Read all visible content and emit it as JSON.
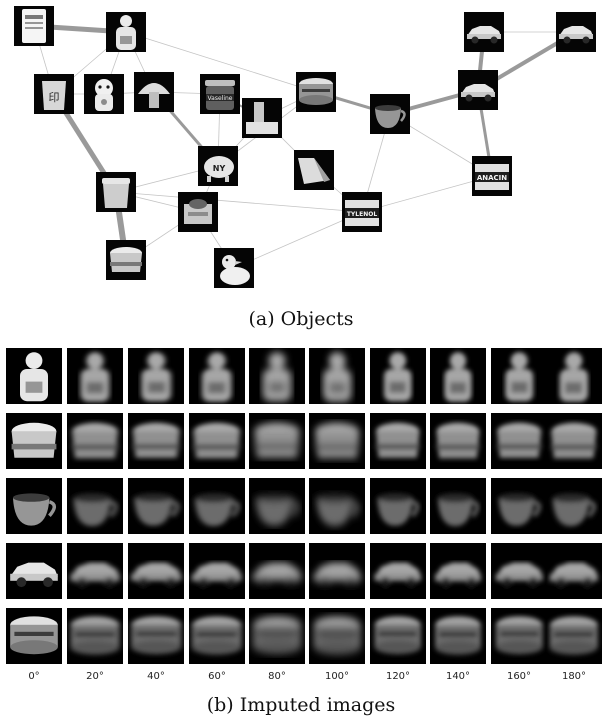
{
  "caption_a": "(a) Objects",
  "caption_b": "(b) Imputed images",
  "nodes": [
    {
      "id": "lotion",
      "icon": "lotion-bottle-icon"
    },
    {
      "id": "bottle",
      "icon": "white-bottle-icon"
    },
    {
      "id": "cup",
      "icon": "cup-icon"
    },
    {
      "id": "cat",
      "icon": "lucky-cat-icon"
    },
    {
      "id": "mushroom",
      "icon": "mushroom-icon"
    },
    {
      "id": "vaseline",
      "icon": "vaseline-jar-icon",
      "label": "Vaseline"
    },
    {
      "id": "tub",
      "icon": "tub-icon"
    },
    {
      "id": "mug",
      "icon": "mug-icon"
    },
    {
      "id": "block",
      "icon": "block-icon"
    },
    {
      "id": "car1",
      "icon": "car-icon"
    },
    {
      "id": "car2",
      "icon": "car-icon"
    },
    {
      "id": "car3",
      "icon": "car-icon"
    },
    {
      "id": "anacin",
      "icon": "box-icon",
      "label": "ANACIN"
    },
    {
      "id": "piggy",
      "icon": "piggy-bank-icon",
      "label": "NY"
    },
    {
      "id": "wedge",
      "icon": "wedge-icon"
    },
    {
      "id": "tylenol",
      "icon": "box-icon",
      "label": "TYLENOL"
    },
    {
      "id": "container",
      "icon": "container-icon"
    },
    {
      "id": "sharpener",
      "icon": "sharpener-icon"
    },
    {
      "id": "bowl",
      "icon": "bowl-icon"
    },
    {
      "id": "duck",
      "icon": "duck-icon"
    }
  ],
  "edges": [
    [
      "lotion",
      "bottle"
    ],
    [
      "bottle",
      "mushroom"
    ],
    [
      "bottle",
      "cup"
    ],
    [
      "bottle",
      "cat"
    ],
    [
      "cup",
      "cat"
    ],
    [
      "cat",
      "mushroom"
    ],
    [
      "mushroom",
      "vaseline"
    ],
    [
      "cup",
      "container"
    ],
    [
      "container",
      "bowl"
    ],
    [
      "container",
      "sharpener"
    ],
    [
      "mushroom",
      "piggy"
    ],
    [
      "vaseline",
      "block"
    ],
    [
      "vaseline",
      "piggy"
    ],
    [
      "tub",
      "mug"
    ],
    [
      "tub",
      "block"
    ],
    [
      "mug",
      "car3"
    ],
    [
      "car3",
      "car1"
    ],
    [
      "car3",
      "car2"
    ],
    [
      "car1",
      "car2"
    ],
    [
      "car3",
      "anacin"
    ],
    [
      "mug",
      "tylenol"
    ],
    [
      "wedge",
      "tylenol"
    ],
    [
      "anacin",
      "tylenol"
    ],
    [
      "piggy",
      "sharpener"
    ],
    [
      "piggy",
      "container"
    ],
    [
      "sharpener",
      "bowl"
    ],
    [
      "duck",
      "sharpener"
    ],
    [
      "duck",
      "tylenol"
    ],
    [
      "block",
      "wedge"
    ],
    [
      "lotion",
      "cup"
    ],
    [
      "tub",
      "piggy"
    ],
    [
      "mug",
      "anacin"
    ],
    [
      "block",
      "piggy"
    ],
    [
      "container",
      "tylenol"
    ],
    [
      "bottle",
      "tub"
    ]
  ],
  "angles": [
    "0°",
    "20°",
    "40°",
    "60°",
    "80°",
    "100°",
    "120°",
    "140°",
    "160°",
    "180°"
  ],
  "rows": [
    {
      "object": "white-bottle",
      "icon": "white-bottle-icon"
    },
    {
      "object": "bowl",
      "icon": "bowl-icon"
    },
    {
      "object": "mug",
      "icon": "mug-icon"
    },
    {
      "object": "car",
      "icon": "car-icon"
    },
    {
      "object": "tub",
      "icon": "tub-icon"
    }
  ]
}
